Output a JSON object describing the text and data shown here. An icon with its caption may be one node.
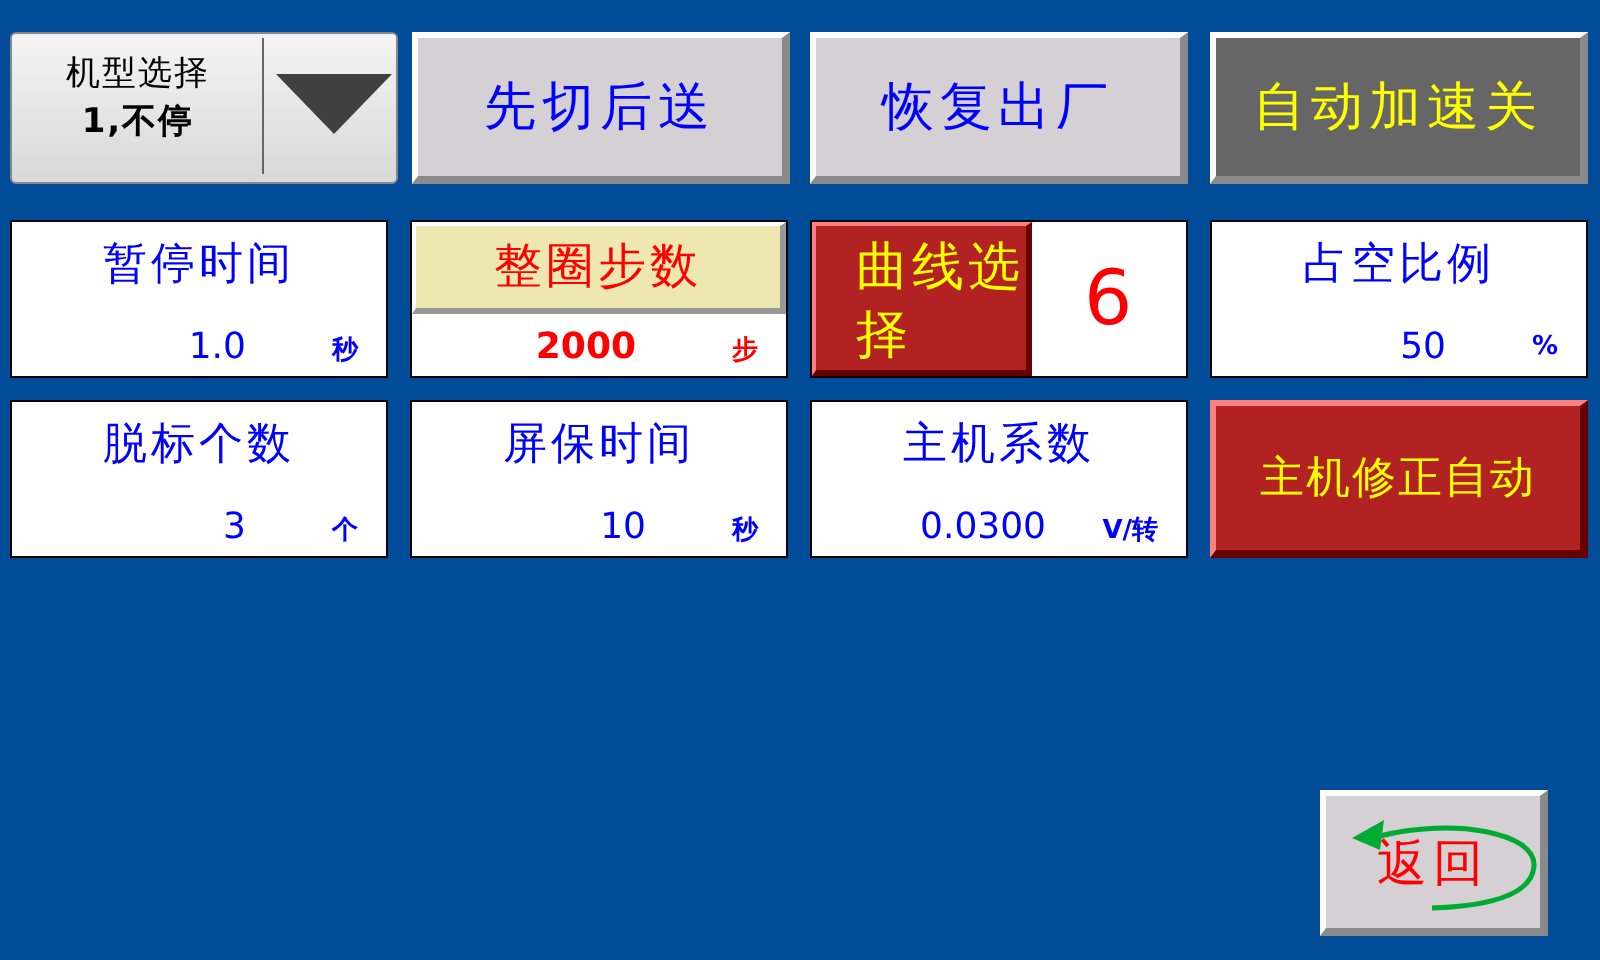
{
  "diagram": {
    "nodes": [
      {
        "text": [
          "机型选择",
          "1,不停"
        ]
      },
      {
        "text": [
          "先切后送"
        ]
      },
      {
        "text": [
          "恢复出厂"
        ]
      },
      {
        "text": [
          "自动加速关"
        ]
      },
      {
        "text": [
          "暂停时间",
          "1.0",
          "秒"
        ]
      },
      {
        "text": [
          "整圈步数",
          "2000",
          "步"
        ]
      },
      {
        "text": [
          "曲线选择",
          "6"
        ]
      },
      {
        "text": [
          "占空比例",
          "50",
          "%"
        ]
      },
      {
        "text": [
          "脱标个数",
          "3",
          "个"
        ]
      },
      {
        "text": [
          "屏保时间",
          "10",
          "秒"
        ]
      },
      {
        "text": [
          "主机系数",
          "0.0300",
          "V/转"
        ]
      },
      {
        "text": [
          "主机修正自动"
        ]
      },
      {
        "text": [
          "返回"
        ]
      }
    ]
  }
}
